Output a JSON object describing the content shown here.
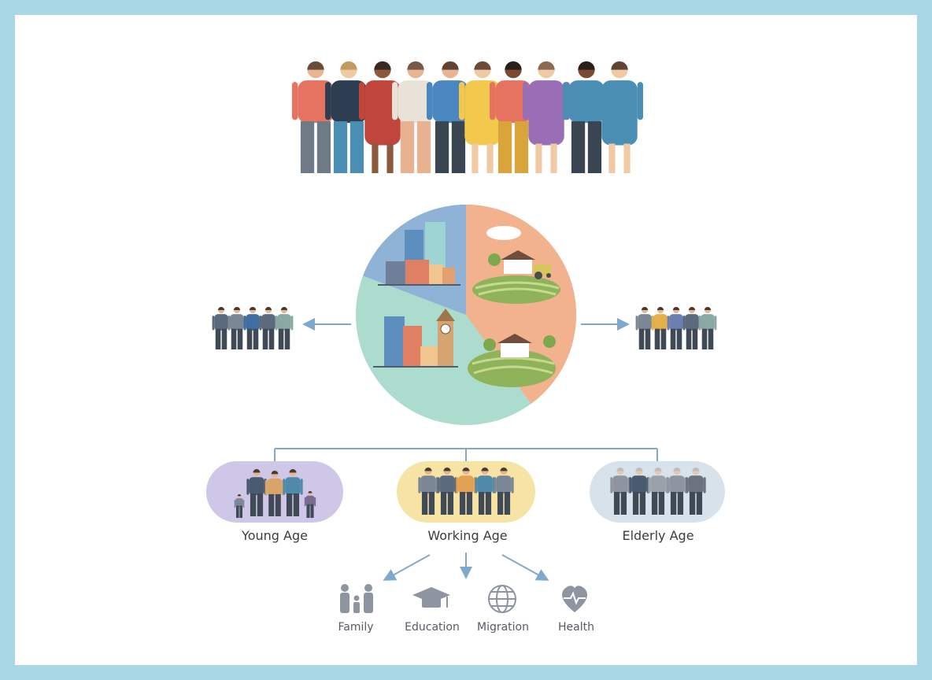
{
  "diagram": {
    "age_groups": [
      {
        "label": "Young Age",
        "color": "#cfc7e8"
      },
      {
        "label": "Working Age",
        "color": "#f7e3a4"
      },
      {
        "label": "Elderly Age",
        "color": "#d8e2ea"
      }
    ],
    "categories": [
      {
        "label": "Family",
        "icon": "family-icon"
      },
      {
        "label": "Education",
        "icon": "graduation-cap-icon"
      },
      {
        "label": "Migration",
        "icon": "globe-icon"
      },
      {
        "label": "Health",
        "icon": "heart-pulse-icon"
      }
    ],
    "colors": {
      "urban_top": "#8fb3d6",
      "rural": "#f1b28d",
      "urban_bottom": "#acdccd",
      "connector": "#7fa9cc",
      "frame": "#a9d7e5",
      "icon_gray": "#8e95a0"
    }
  }
}
